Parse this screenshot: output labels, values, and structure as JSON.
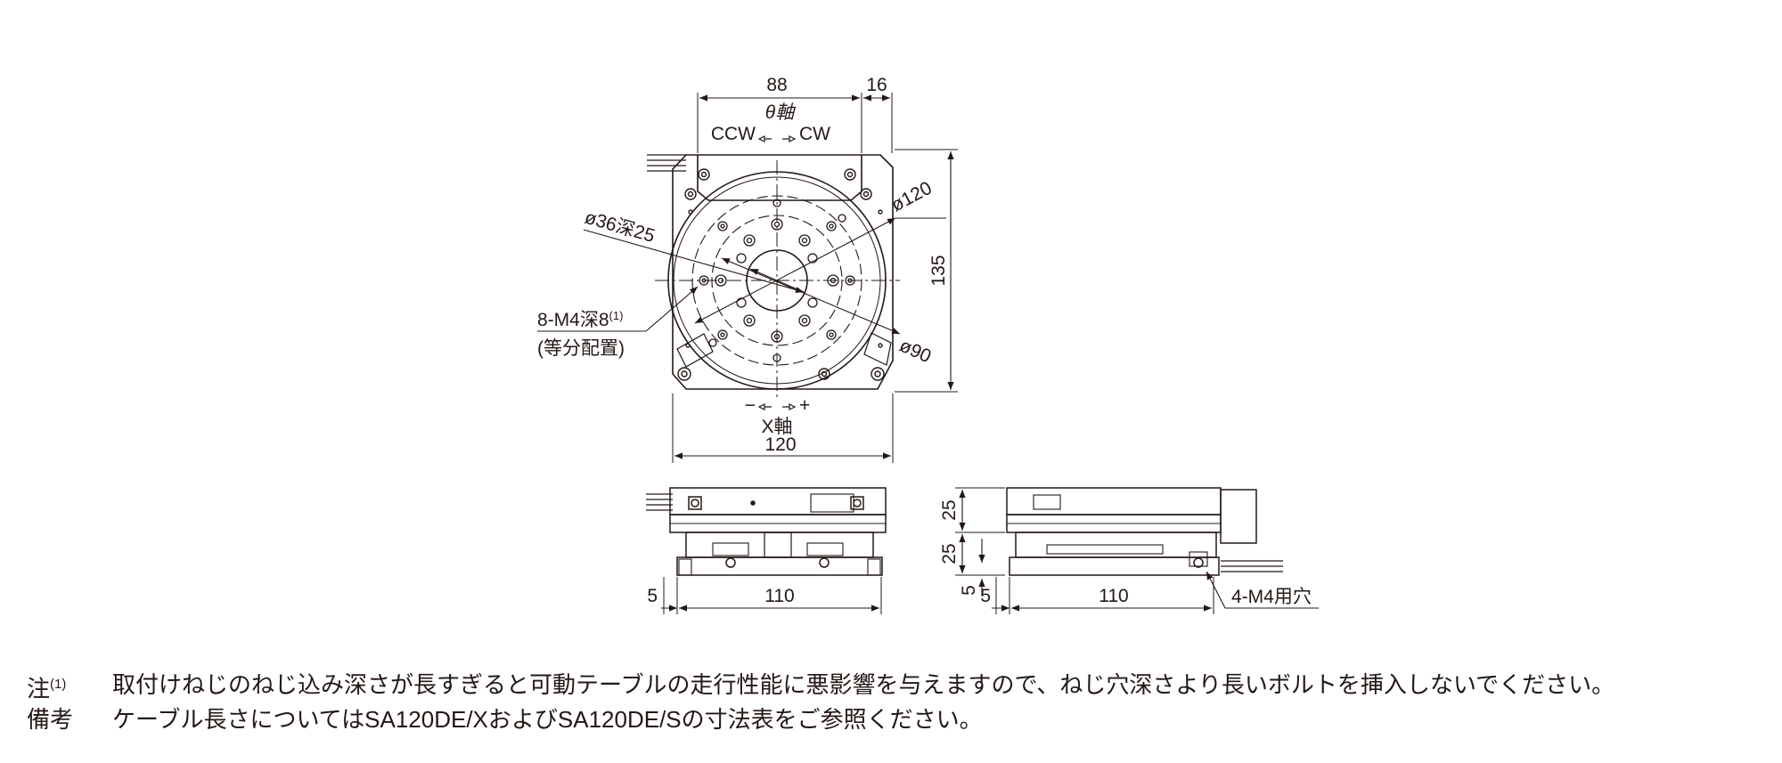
{
  "top_view": {
    "dims": {
      "top_width": "88",
      "top_offset": "16",
      "height": "135",
      "width": "120",
      "dia_outer": "ø120",
      "dia_bolt": "ø90",
      "dia_center": "ø36深25"
    },
    "theta_axis": {
      "title": "θ軸",
      "ccw": "CCW",
      "cw": "CW"
    },
    "x_axis": {
      "title": "X軸",
      "minus": "−",
      "plus": "+"
    },
    "tapped_holes": {
      "label": "8-M4深8",
      "note_ref": "(1)",
      "sub": "(等分配置)"
    }
  },
  "front_view": {
    "dims": {
      "left": "5",
      "span": "110"
    }
  },
  "side_view": {
    "dims": {
      "upper_height": "25",
      "lower_height": "25",
      "base": "5",
      "left": "5",
      "span": "110"
    },
    "mount_hole_label": "4-M4用穴"
  },
  "notes": [
    {
      "mark": "注",
      "ref": "(1)",
      "text": "取付けねじのねじ込み深さが長すぎると可動テーブルの走行性能に悪影響を与えますので、ねじ穴深さより長いボルトを挿入しないでください。"
    },
    {
      "mark": "備考",
      "ref": "",
      "text": "ケーブル長さについてはSA120DE/XおよびSA120DE/Sの寸法表をご参照ください。"
    }
  ],
  "colors": {
    "line": "#231815",
    "background": "#ffffff"
  }
}
